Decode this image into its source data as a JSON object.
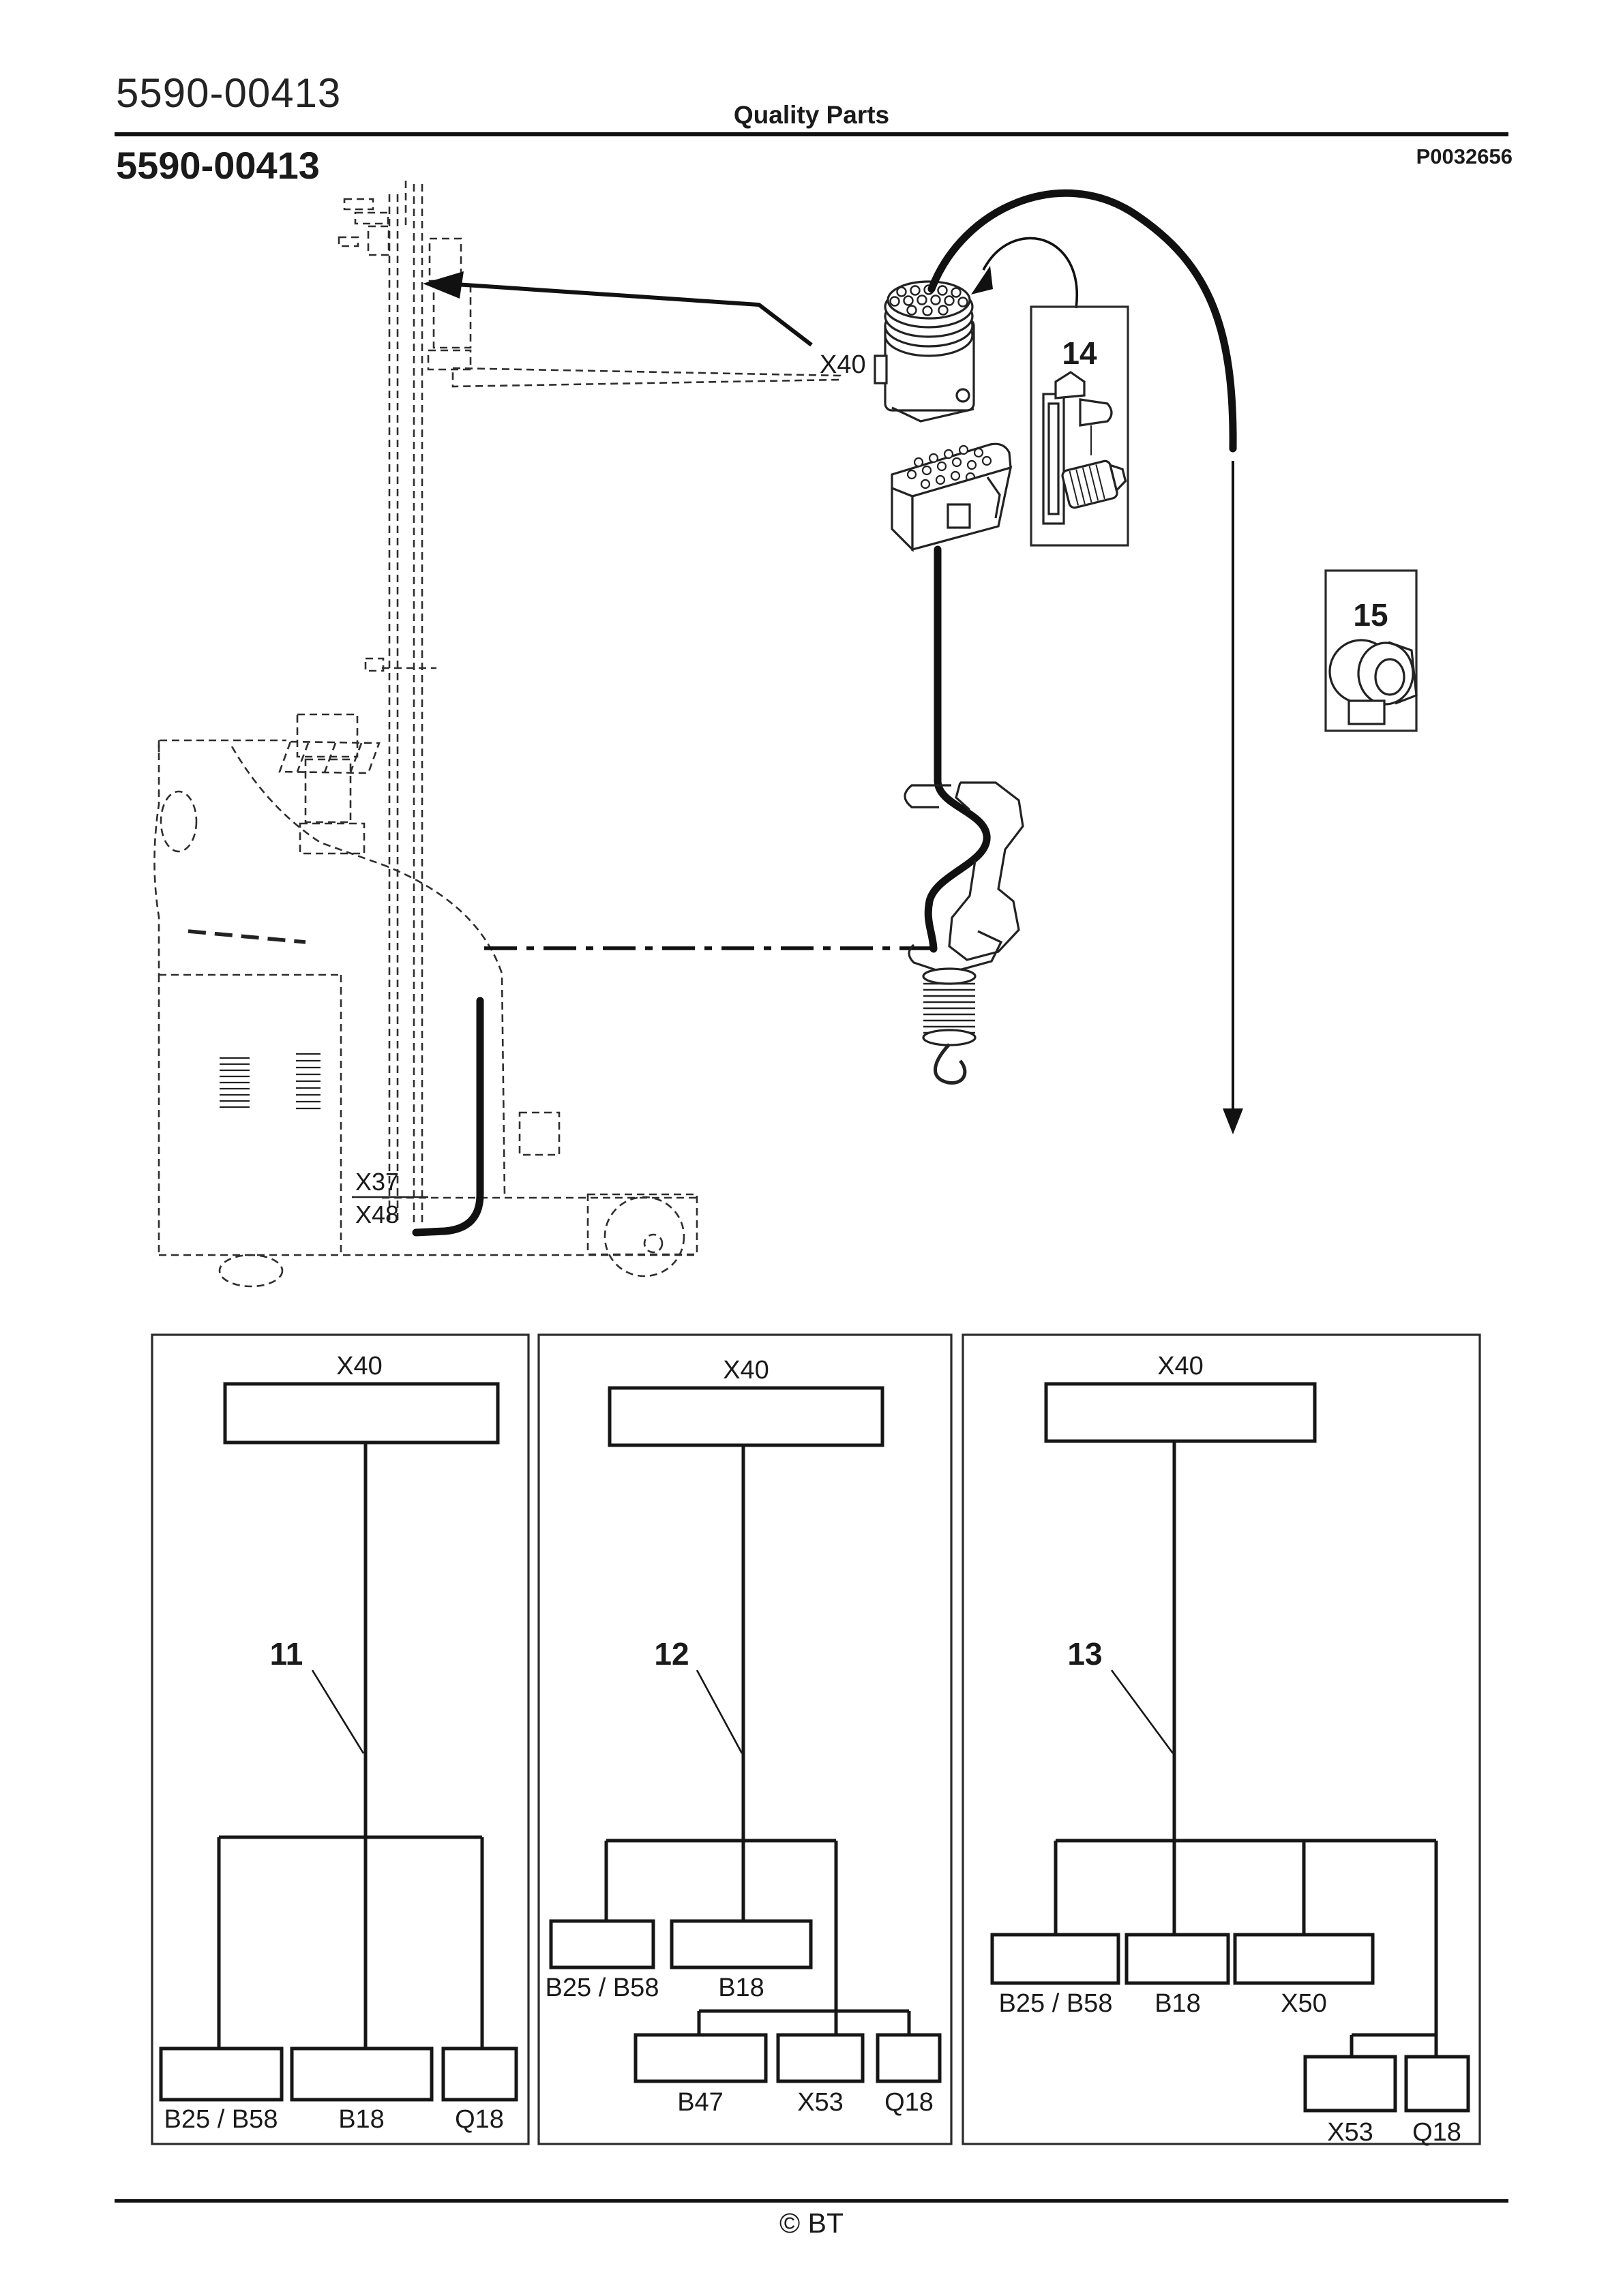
{
  "header": {
    "doc_number": "5590-00413",
    "section_title": "Quality Parts",
    "page_title": "5590-00413",
    "figure_code": "P0032656"
  },
  "figure": {
    "mast_connector_label": "X40",
    "truck_labels": {
      "x37": "X37",
      "x48": "X48"
    },
    "callout_14": "14",
    "callout_15": "15"
  },
  "diagrams": [
    {
      "callout": "11",
      "top": "X40",
      "leaf1": "B25 / B58",
      "leaf2": "B18",
      "leaf3": "Q18"
    },
    {
      "callout": "12",
      "top": "X40",
      "mid1": "B25 / B58",
      "mid2": "B18",
      "leaf1": "B47",
      "leaf2": "X53",
      "leaf3": "Q18"
    },
    {
      "callout": "13",
      "top": "X40",
      "mid1": "B25 / B58",
      "mid2": "B18",
      "mid3": "X50",
      "leaf1": "X53",
      "leaf2": "Q18"
    }
  ],
  "footer": {
    "copyright": "© BT"
  }
}
